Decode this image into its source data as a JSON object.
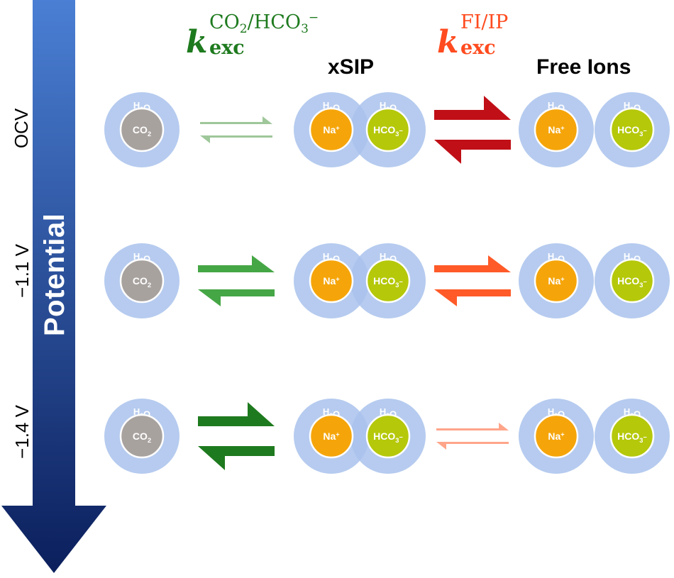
{
  "headers": {
    "k_left": {
      "symbol": "k",
      "superscript": "CO2/HCO3−",
      "sup_main": "CO",
      "sup_sub1": "2",
      "sup_mid": "/HCO",
      "sup_sub2": "3",
      "sup_charge": "−",
      "subscript": "exc",
      "color": "#1e7a1e"
    },
    "k_right": {
      "symbol": "k",
      "superscript": "FI/IP",
      "subscript": "exc",
      "color": "#ff4b1f"
    },
    "xsip": "xSIP",
    "free_ions": "Free Ions"
  },
  "potential_axis": {
    "label": "Potential",
    "gradient_top": "#4a7fd4",
    "gradient_bottom": "#0b1f5c"
  },
  "species": {
    "water": "H2O",
    "co2": "CO2",
    "na": "Na+",
    "hco3": "HCO3−"
  },
  "colors": {
    "shell": "#a9c2ec",
    "co2": "#a8a29f",
    "na": "#f5a50a",
    "hco3": "#b5c80a"
  },
  "rows": [
    {
      "label": "OCV",
      "left_exchange": {
        "strength": "weak",
        "color": "#9fc79a"
      },
      "right_exchange": {
        "strength": "strong",
        "color": "#c00f17"
      }
    },
    {
      "label": "−1.1 V",
      "left_exchange": {
        "strength": "medium",
        "color": "#45a645"
      },
      "right_exchange": {
        "strength": "medium",
        "color": "#ff5a28"
      }
    },
    {
      "label": "−1.4 V",
      "left_exchange": {
        "strength": "strong",
        "color": "#1e7a1e"
      },
      "right_exchange": {
        "strength": "weak",
        "color": "#ffa58a"
      }
    }
  ]
}
